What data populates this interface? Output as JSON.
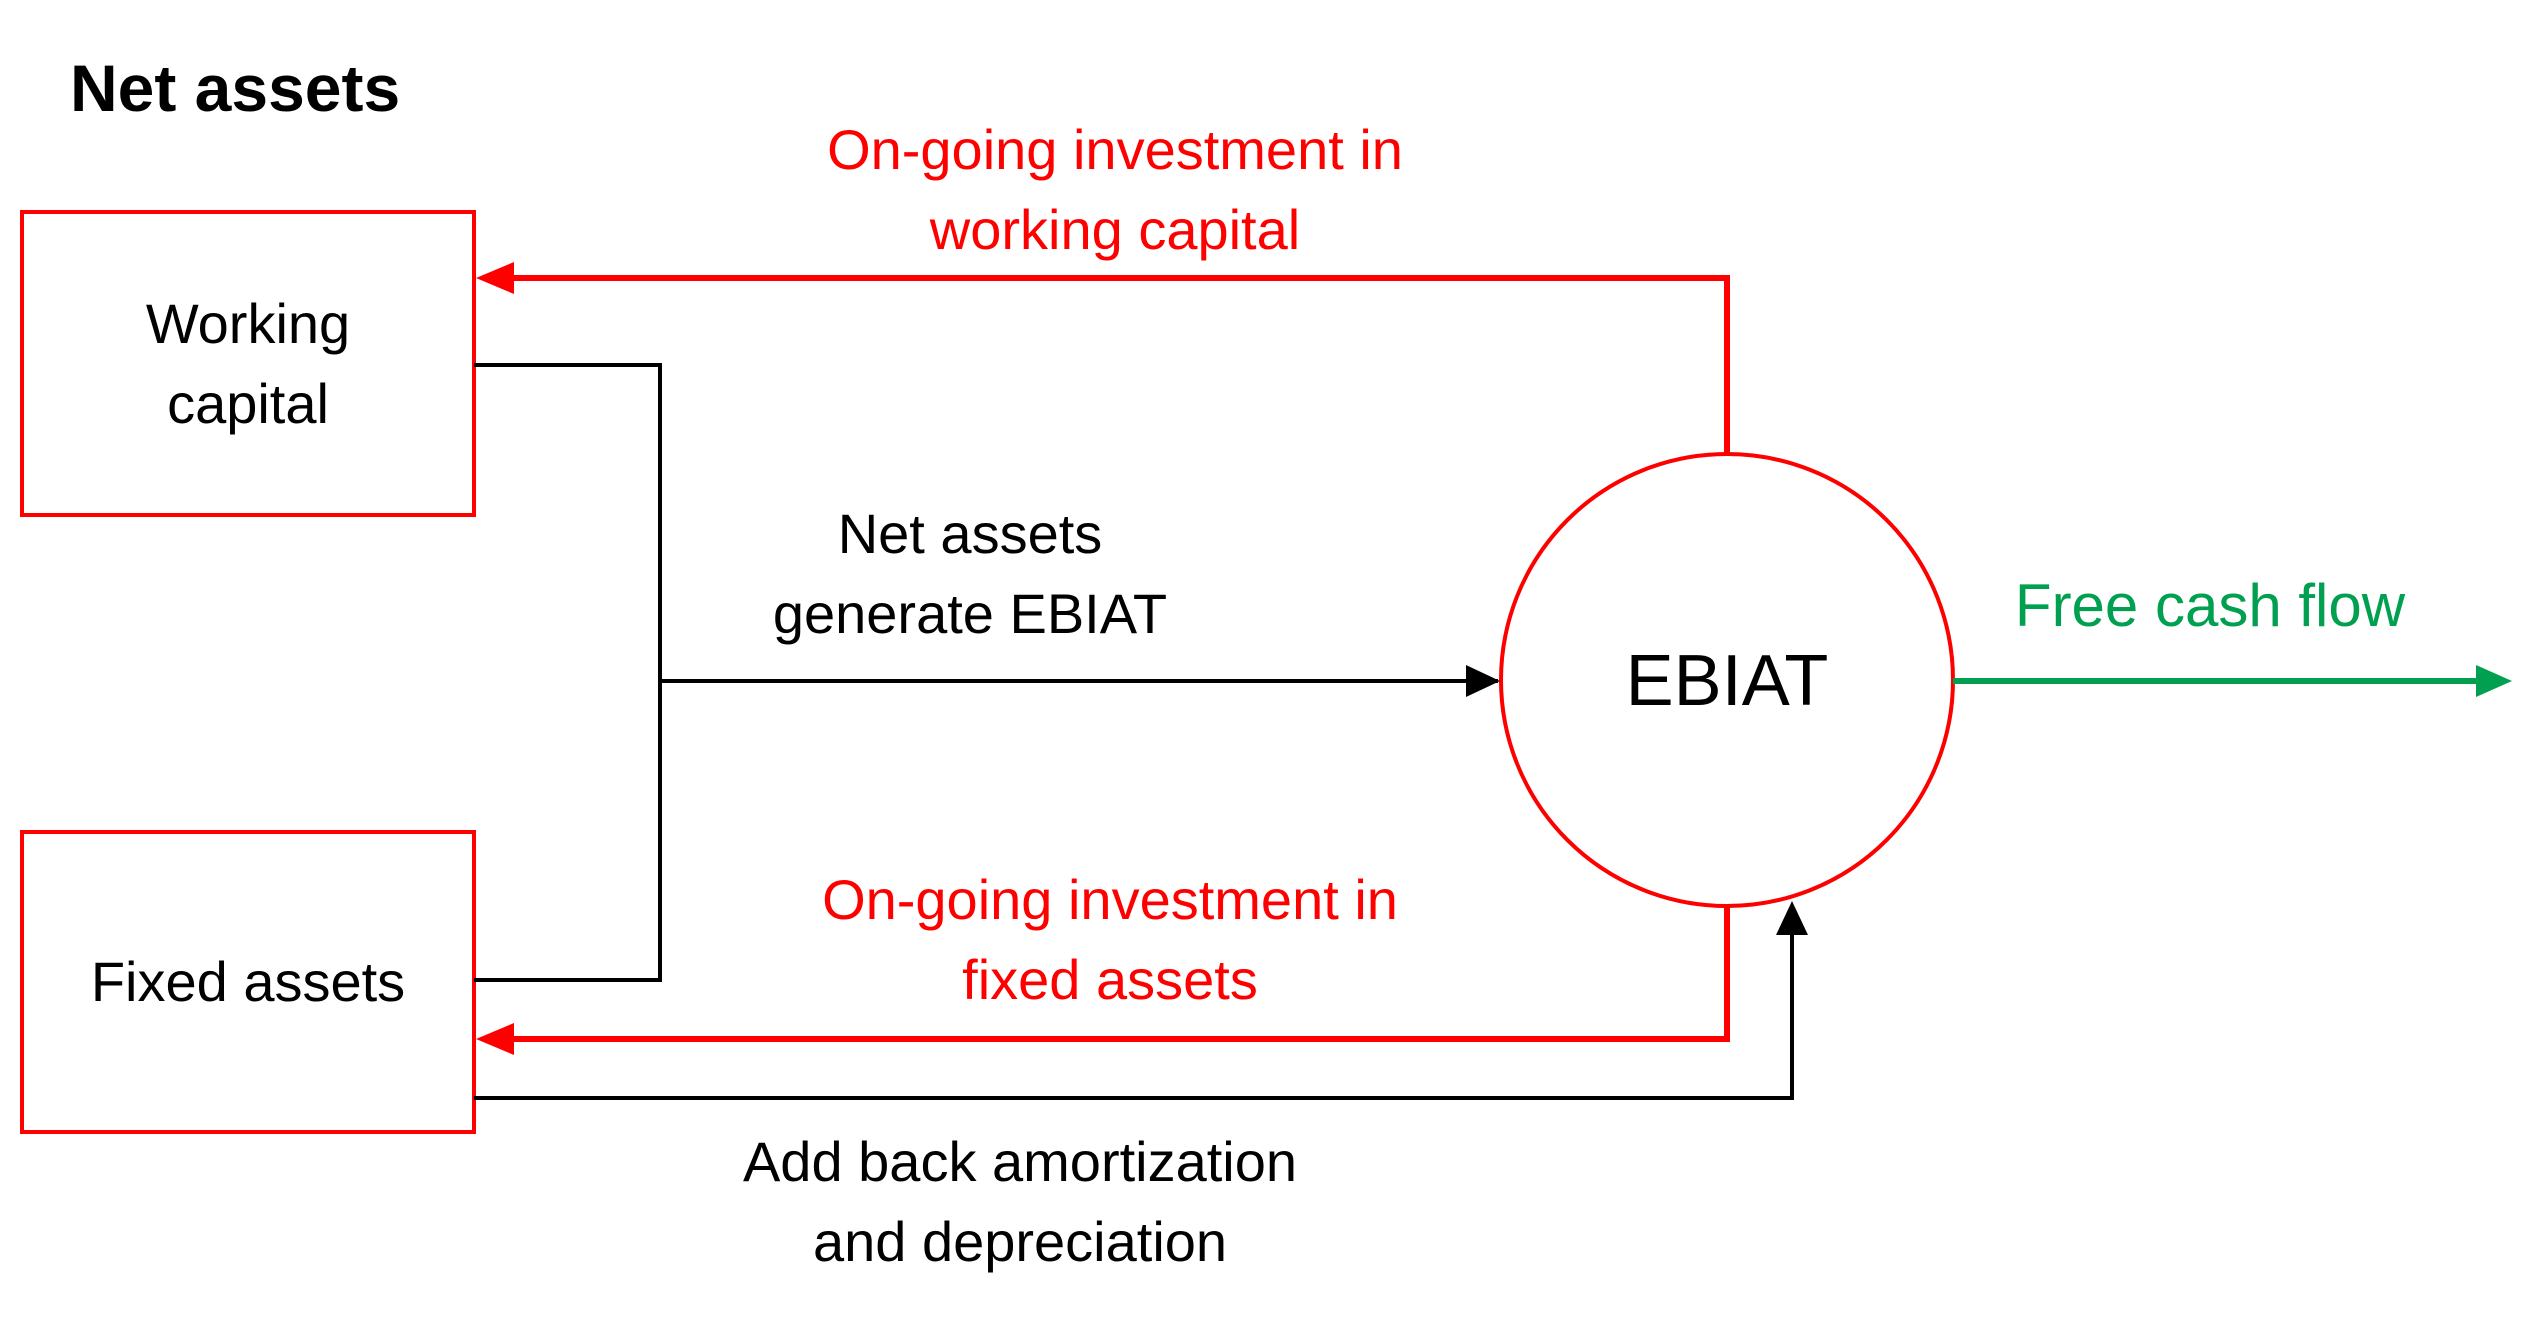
{
  "title": "Net assets",
  "nodes": {
    "working_capital": {
      "line1": "Working",
      "line2": "capital"
    },
    "fixed_assets": {
      "label": "Fixed assets"
    },
    "ebiat": {
      "label": "EBIAT"
    }
  },
  "edges": {
    "generate": {
      "line1": "Net assets",
      "line2": "generate EBIAT"
    },
    "invest_wc": {
      "line1": "On-going investment in",
      "line2": "working capital"
    },
    "invest_fa": {
      "line1": "On-going investment in",
      "line2": "fixed assets"
    },
    "add_back": {
      "line1": "Add back amortization",
      "line2": "and depreciation"
    },
    "free_cash_flow": {
      "label": "Free cash flow"
    }
  },
  "colors": {
    "investment": "#ff0000",
    "node_border": "#ff0000",
    "output": "#00a050",
    "flow": "#000000"
  }
}
